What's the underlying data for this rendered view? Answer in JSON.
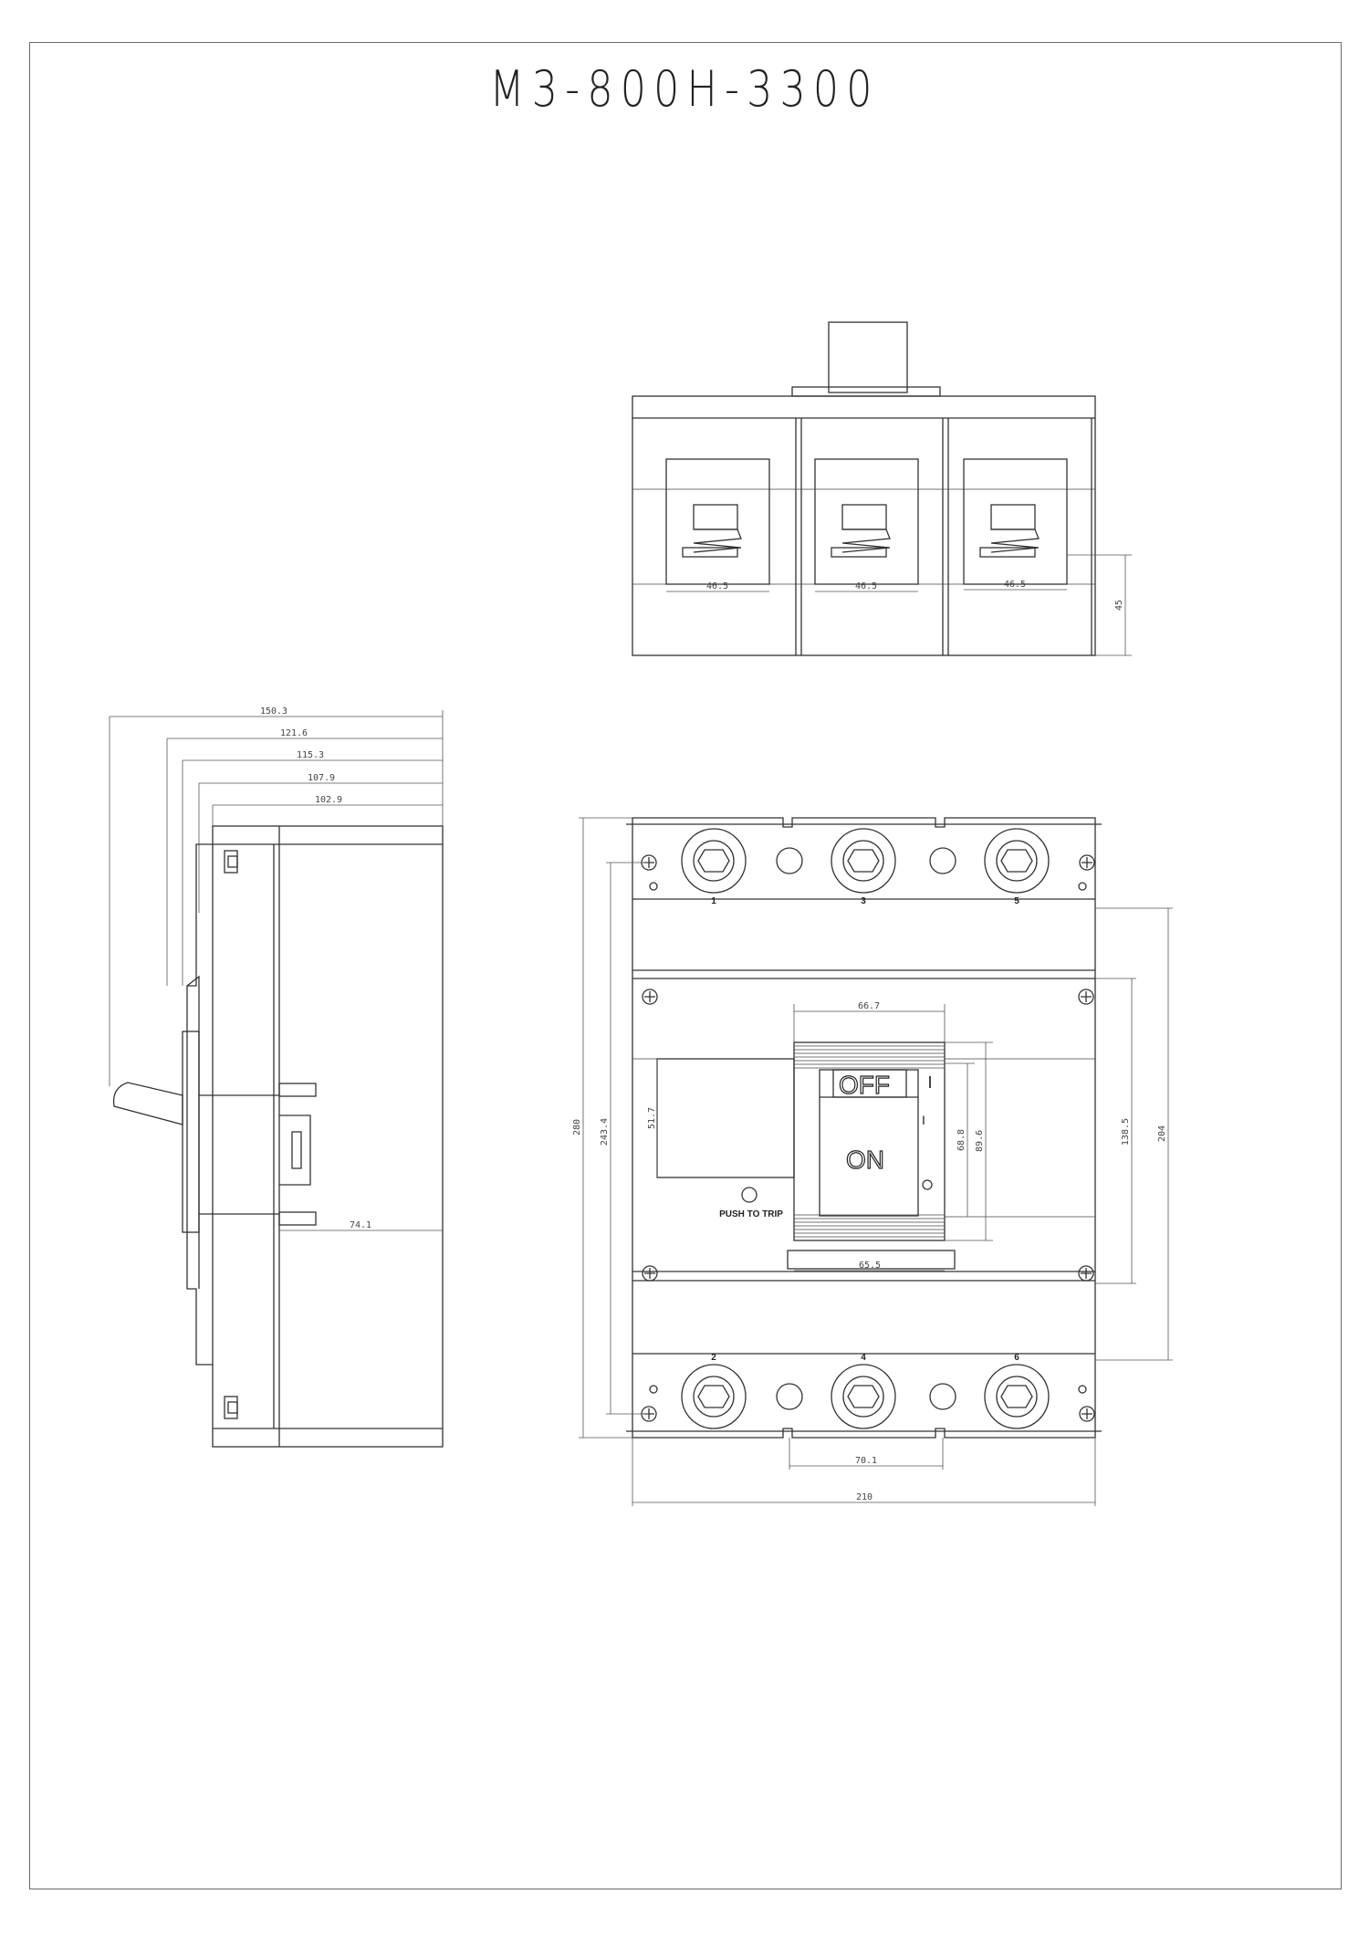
{
  "title": "M3-800H-3300",
  "top_view": {
    "pole_widths": [
      "46.5",
      "46.5",
      "46.5"
    ],
    "height": "45"
  },
  "side_view": {
    "depths": [
      "150.3",
      "121.6",
      "115.3",
      "107.9",
      "102.9"
    ],
    "handle_offset": "74.1"
  },
  "front_view": {
    "heights": [
      "280",
      "243.4",
      "204",
      "138.5"
    ],
    "handle_window_width": "66.7",
    "lower_window_width": "65.5",
    "handle_heights": [
      "68.8",
      "89.6"
    ],
    "side_panel_height": "51.7",
    "terminal_pitch": "70.1",
    "total_width": "210",
    "terminals_top": [
      "1",
      "3",
      "5"
    ],
    "terminals_bottom": [
      "2",
      "4",
      "6"
    ],
    "off_label": "OFF",
    "on_label": "ON",
    "off_symbol": "I",
    "on_symbol": "I",
    "push_to_trip": "PUSH TO TRIP"
  }
}
